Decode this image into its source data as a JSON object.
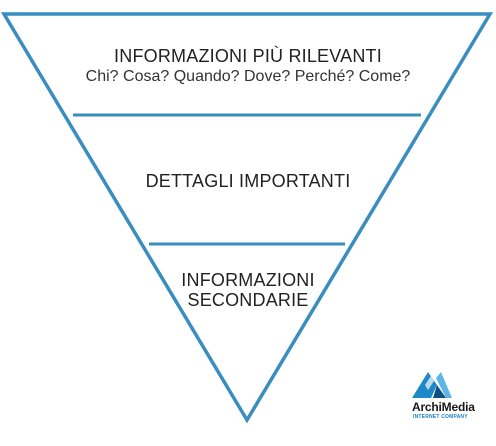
{
  "diagram": {
    "tiers": [
      {
        "title": "INFORMAZIONI PIÙ RILEVANTI",
        "subtitle": "Chi? Cosa? Quando? Dove? Perché? Come?"
      },
      {
        "title": "DETTAGLI IMPORTANTI"
      },
      {
        "title_line1": "INFORMAZIONI",
        "title_line2": "SECONDARIE"
      }
    ],
    "colors": {
      "outline": "#3a8dbf",
      "text": "#222222"
    }
  },
  "logo": {
    "name": "ArchiMedia",
    "tagline": "INTERNET COMPANY",
    "colors": {
      "primary": "#1e88c9",
      "dark": "#0d4f80",
      "text": "#1a1a1a"
    }
  }
}
